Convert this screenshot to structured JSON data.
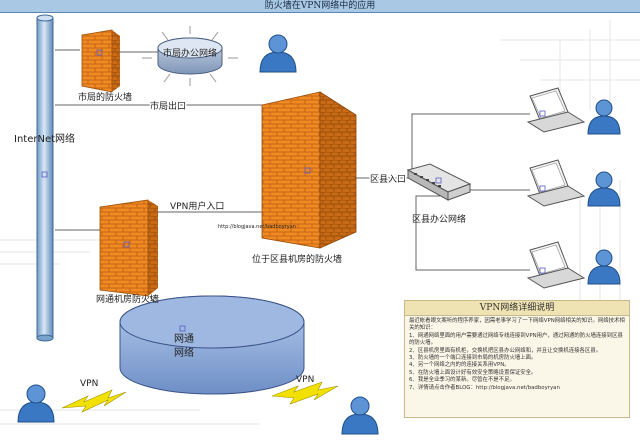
{
  "title": "防火墙在VPN网络中的应用",
  "labels": {
    "internet": "InterNet网络",
    "city_office": "市局办公网络",
    "city_firewall": "市局的防火墙",
    "city_exit": "市局出口",
    "vpn_entry": "VPN用户入口",
    "district_entry": "区县入口",
    "district_office": "区县办公网络",
    "district_firewall": "位于区县机房的防火墙",
    "url": "http://blogjava.net/badboyryan",
    "isp_firewall": "网通机房防火墙",
    "isp_network_line1": "网通",
    "isp_network_line2": "网络",
    "vpn_left": "VPN",
    "vpn_right": "VPN"
  },
  "panel": {
    "title": "VPN网络详细说明",
    "lines": [
      "最近帐看眼文案听的程序养家，因需老事学习了一下网络VPN网络相关的知识。网络技术相关的知识：",
      "1、网通网络里面的用户需要通过网络专线连接到VPN用户，通过网通的防火墙连接到区县的防火墙。",
      "2、区县机房里面有机柜，交换机把区县办公网络和，并且让交换机连接各区县。",
      "3、防火墙的一个端口连接到市局的机房防火墙上面。",
      "4、另一个网络之内的的连接关系用VPN。",
      "5、在防火墙上面设计好有效安全策略设置保证安全。",
      "6、我是全业季习的某新。尽管在不是不足。",
      "7、详情请点击作者BLOG：http://blogjava.net/badboyryan"
    ]
  },
  "colors": {
    "firewall": "#f08a22",
    "firewall_dark": "#c86410",
    "pipe": "#9cc0de",
    "pipe_dark": "#4b78a8",
    "network_disk": "#8aa8d8",
    "user": "#3a78c4",
    "lightning": "#f2e100"
  },
  "icons": [
    "firewall-icon",
    "user-icon",
    "laptop-icon",
    "switch-icon",
    "network-disk-icon",
    "lightning-icon"
  ]
}
